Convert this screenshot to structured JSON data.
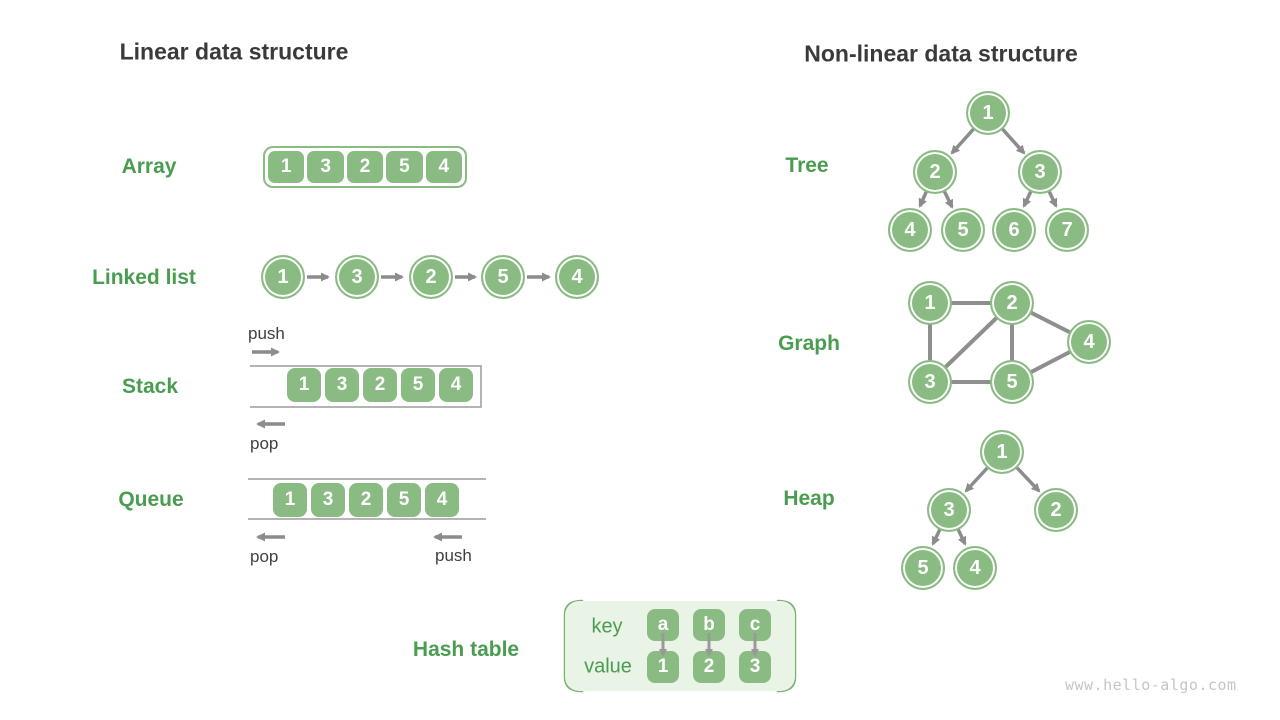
{
  "headings": {
    "linear": "Linear data structure",
    "nonlinear": "Non-linear data structure"
  },
  "array": {
    "label": "Array",
    "cells": [
      "1",
      "3",
      "2",
      "5",
      "4"
    ]
  },
  "linked_list": {
    "label": "Linked list",
    "nodes": [
      "1",
      "3",
      "2",
      "5",
      "4"
    ]
  },
  "stack": {
    "label": "Stack",
    "cells": [
      "1",
      "3",
      "2",
      "5",
      "4"
    ],
    "push_label": "push",
    "pop_label": "pop"
  },
  "queue": {
    "label": "Queue",
    "cells": [
      "1",
      "3",
      "2",
      "5",
      "4"
    ],
    "push_label": "push",
    "pop_label": "pop"
  },
  "hash_table": {
    "label": "Hash table",
    "key_label": "key",
    "value_label": "value",
    "keys": [
      "a",
      "b",
      "c"
    ],
    "values": [
      "1",
      "2",
      "3"
    ]
  },
  "tree": {
    "label": "Tree",
    "nodes": [
      "1",
      "2",
      "3",
      "4",
      "5",
      "6",
      "7"
    ]
  },
  "graph": {
    "label": "Graph",
    "nodes": [
      "1",
      "2",
      "4",
      "3",
      "5"
    ]
  },
  "heap": {
    "label": "Heap",
    "nodes": [
      "1",
      "3",
      "2",
      "5",
      "4"
    ]
  },
  "watermark": "www.hello-algo.com",
  "colors": {
    "node_green": "#8abb83",
    "label_green": "#4a9d50",
    "heading_gray": "#3a3a3a",
    "arrow_gray": "#8c8c8c",
    "container_line_gray": "#9c9c9c",
    "hash_bg_green": "#e9f3e6",
    "watermark_gray": "#c5c5c5"
  }
}
